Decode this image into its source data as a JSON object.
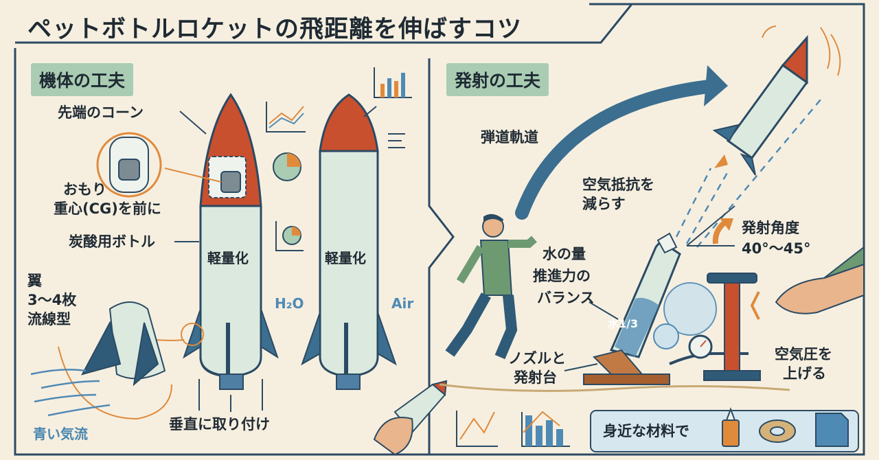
{
  "title": "ペットボトルロケットの飛距離を伸ばすコツ",
  "left_section": {
    "heading": "機体の工夫",
    "nose_cone": "先端のコーン",
    "weight_line1": "おもり",
    "weight_line2": "重心(CG)を前に",
    "bottle": "炭酸用ボトル",
    "fins_line1": "翼",
    "fins_line2": "3〜4枚",
    "fins_line3": "流線型",
    "airflow": "青い気流",
    "lightweight_1": "軽量化",
    "lightweight_2": "軽量化",
    "h2o": "H₂O",
    "air": "Air",
    "vertical_mount": "垂直に取り付け"
  },
  "right_section": {
    "heading": "発射の工夫",
    "trajectory": "弾道軌道",
    "drag_line1": "空気抵抗を",
    "drag_line2": "減らす",
    "angle_line1": "発射角度",
    "angle_line2": "40°〜45°",
    "water_line1": "水の量",
    "water_line2": "推進力の",
    "water_line3": "バランス",
    "water_ratio": "水1/3",
    "nozzle_line1": "ノズルと",
    "nozzle_line2": "発射台",
    "pressure_line1": "空気圧を",
    "pressure_line2": "上げる",
    "materials": "身近な材料で"
  },
  "colors": {
    "background": "#f6efe0",
    "navy": "#2b4a63",
    "teal_accent": "#a9ccb3",
    "rocket_red": "#c8502f",
    "bottle_green": "#dbe9df",
    "orange": "#e08a3c"
  }
}
